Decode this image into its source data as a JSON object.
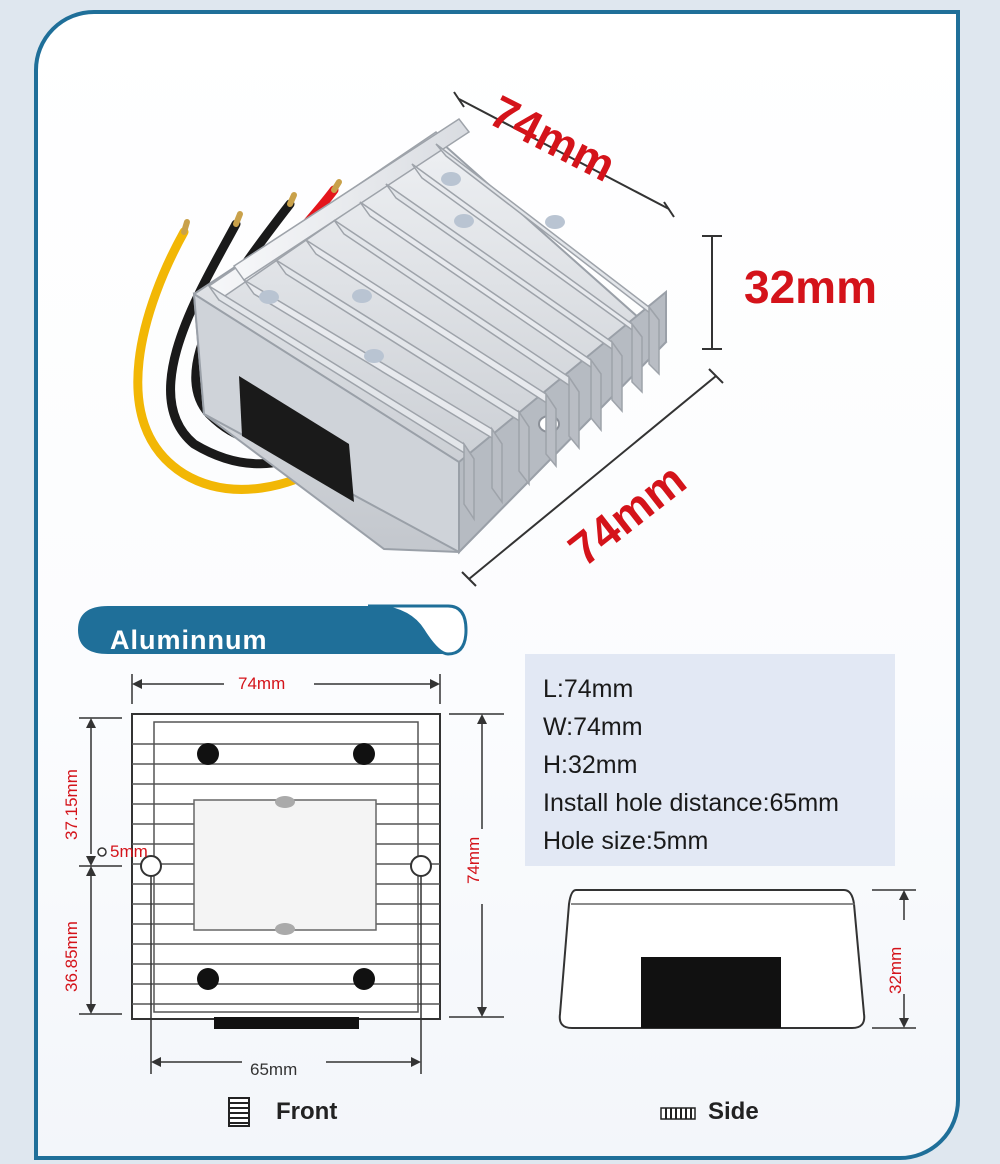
{
  "top_dimensions": {
    "length": "74mm",
    "height": "32mm",
    "width": "74mm"
  },
  "banner": {
    "label": "Aluminnum"
  },
  "front_view": {
    "width_label": "74mm",
    "height_label": "74mm",
    "upper_half_label": "37.15mm",
    "lower_half_label": "36.85mm",
    "hole_label": "5mm",
    "hole_spacing_label": "65mm"
  },
  "side_view": {
    "height_label": "32mm"
  },
  "specs": [
    "L:74mm",
    "W:74mm",
    "H:32mm",
    "Install hole distance:65mm",
    "Hole size:5mm"
  ],
  "legend": {
    "front_label": "Front",
    "side_label": "Side"
  },
  "colors": {
    "frame_border": "#1f6f99",
    "dimension_red": "#d4131a",
    "spec_box_bg": "#e2e8f4"
  }
}
